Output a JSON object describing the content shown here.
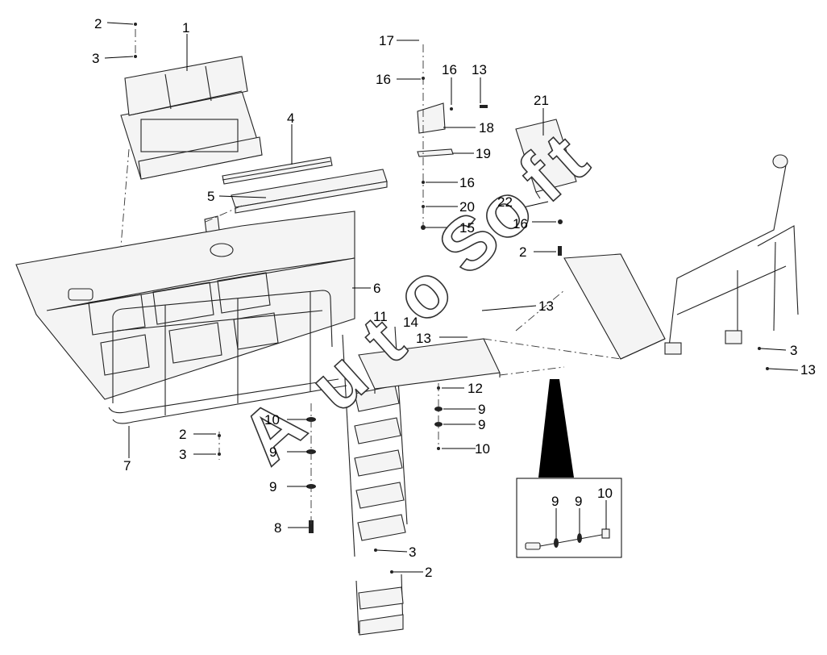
{
  "labels": {
    "l1": "1",
    "l2a": "2",
    "l3a": "3",
    "l4": "4",
    "l5": "5",
    "l6": "6",
    "l7": "7",
    "l8": "8",
    "l11": "11",
    "l14": "14",
    "l13a": "13",
    "l13b": "13",
    "l13c": "13",
    "l13d": "13",
    "l17": "17",
    "l16a": "16",
    "l16b": "16",
    "l16c": "16",
    "l16d": "16",
    "l18": "18",
    "l19": "19",
    "l20": "20",
    "l15": "15",
    "l21": "21",
    "l22": "22",
    "l2b": "2",
    "l2c": "2",
    "l2d": "2",
    "l3b": "3",
    "l3c": "3",
    "l3d": "3",
    "l12": "12",
    "l9a": "9",
    "l9b": "9",
    "l9c": "9",
    "l9d": "9",
    "l10a": "10",
    "l10b": "10",
    "inset9a": "9",
    "inset9b": "9",
    "inset10": "10"
  },
  "watermark": {
    "text": "AutoSoft"
  }
}
